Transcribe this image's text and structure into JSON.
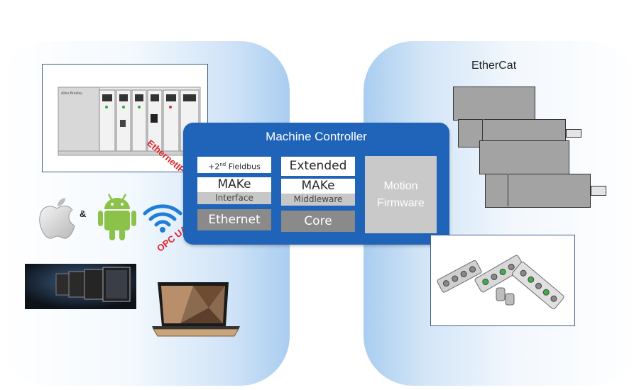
{
  "controller": {
    "title": "Machine Controller",
    "col1": {
      "fieldbus_prefix": "+2",
      "fieldbus_sup": "nd",
      "fieldbus_suffix": " Fieldbus",
      "make": "MAKe",
      "interface": "Interface",
      "ethernet": "Ethernet"
    },
    "col2": {
      "extended": "Extended",
      "make": "MAKe",
      "middleware": "Middleware",
      "core": "Core"
    },
    "motion_line1": "Motion",
    "motion_line2": "Firmware"
  },
  "labels": {
    "ethernetip": "EthernetIP",
    "opcua": "OPC UA",
    "ampersand": "&",
    "ethercat": "EtherCat"
  },
  "plc_brand": "Allen-Bradley",
  "colors": {
    "controller_blue": "#1f64b8",
    "red_label": "#e0242a",
    "wifi_blue": "#1e7fd8",
    "android_green": "#8bc34a",
    "panel_blue": "#a9cdf0"
  },
  "icons": [
    "apple-logo-icon",
    "android-robot-icon",
    "wifi-icon",
    "hmi-panels-icon",
    "laptop-icon",
    "plc-rack-icon",
    "servo-drive-icon",
    "io-module-icon"
  ]
}
